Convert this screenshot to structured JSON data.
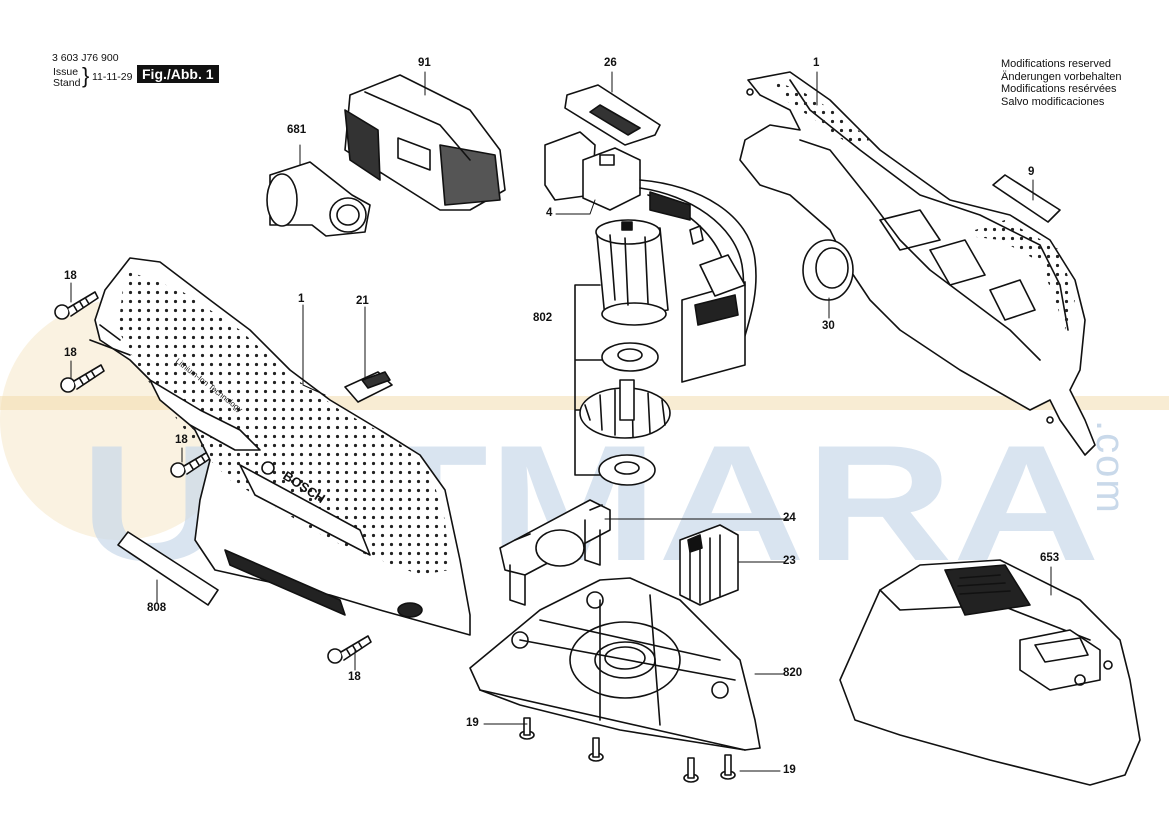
{
  "header": {
    "doc_number": "3 603 J76 900",
    "issue_label": "Issue",
    "stand_label": "Stand",
    "date": "11-11-29",
    "figure_label": "Fig./Abb. 1"
  },
  "notice": [
    "Modifications reserved",
    "Änderungen vorbehalten",
    "Modifications resérvées",
    "Salvo modificaciones"
  ],
  "watermark": {
    "text": "USTMARA",
    "suffix": ".com",
    "color": "#c9d9ea",
    "accent_color": "#f2dcae"
  },
  "product_marks": {
    "brand": "BOSCH",
    "technology": "Lithium-Ion Technology"
  },
  "callouts": [
    {
      "id": "c-91",
      "text": "91"
    },
    {
      "id": "c-26",
      "text": "26"
    },
    {
      "id": "c-1-top",
      "text": "1"
    },
    {
      "id": "c-681",
      "text": "681"
    },
    {
      "id": "c-4",
      "text": "4"
    },
    {
      "id": "c-9",
      "text": "9"
    },
    {
      "id": "c-18-a",
      "text": "18"
    },
    {
      "id": "c-18-b",
      "text": "18"
    },
    {
      "id": "c-1-mid",
      "text": "1"
    },
    {
      "id": "c-21",
      "text": "21"
    },
    {
      "id": "c-802",
      "text": "802"
    },
    {
      "id": "c-30",
      "text": "30"
    },
    {
      "id": "c-18-c",
      "text": "18"
    },
    {
      "id": "c-24",
      "text": "24"
    },
    {
      "id": "c-653",
      "text": "653"
    },
    {
      "id": "c-23",
      "text": "23"
    },
    {
      "id": "c-808",
      "text": "808"
    },
    {
      "id": "c-820",
      "text": "820"
    },
    {
      "id": "c-18-d",
      "text": "18"
    },
    {
      "id": "c-19-a",
      "text": "19"
    },
    {
      "id": "c-19-b",
      "text": "19"
    }
  ]
}
